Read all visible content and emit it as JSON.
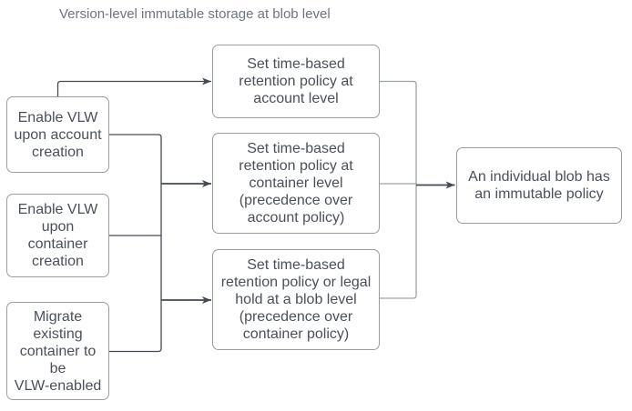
{
  "title": "Version-level immutable storage at blob level",
  "colors": {
    "background": "#ffffff",
    "connector_dark": "#434a54",
    "connector_light": "#9da2aa",
    "node_border": "#989da5",
    "node_text": "#4a505a",
    "title_text": "#6e747f"
  },
  "nodes": [
    {
      "id": "enable-vlw-account",
      "label": "Enable VLW\nupon account\ncreation"
    },
    {
      "id": "enable-vlw-container",
      "label": "Enable VLW\nupon\ncontainer\ncreation"
    },
    {
      "id": "migrate-existing",
      "label": "Migrate\nexisting\ncontainer to\nbe\nVLW-enabled"
    },
    {
      "id": "retention-account",
      "label": "Set time-based\nretention policy at\naccount level"
    },
    {
      "id": "retention-container",
      "label": "Set time-based\nretention policy at\ncontainer level\n(precedence over\naccount policy)"
    },
    {
      "id": "retention-blob",
      "label": "Set time-based\nretention policy or legal\nhold at a blob level\n(precedence over\ncontainer policy)"
    },
    {
      "id": "blob-immutable",
      "label": "An individual blob has\nan immutable policy"
    }
  ],
  "edges": [
    {
      "from": "enable-vlw-account",
      "to": "retention-account"
    },
    {
      "from": "enable-vlw-account",
      "to": "retention-container"
    },
    {
      "from": "enable-vlw-account",
      "to": "retention-blob"
    },
    {
      "from": "enable-vlw-container",
      "to": "retention-container"
    },
    {
      "from": "enable-vlw-container",
      "to": "retention-blob"
    },
    {
      "from": "migrate-existing",
      "to": "retention-container"
    },
    {
      "from": "migrate-existing",
      "to": "retention-blob"
    },
    {
      "from": "retention-account",
      "to": "blob-immutable"
    },
    {
      "from": "retention-container",
      "to": "blob-immutable"
    },
    {
      "from": "retention-blob",
      "to": "blob-immutable"
    }
  ]
}
